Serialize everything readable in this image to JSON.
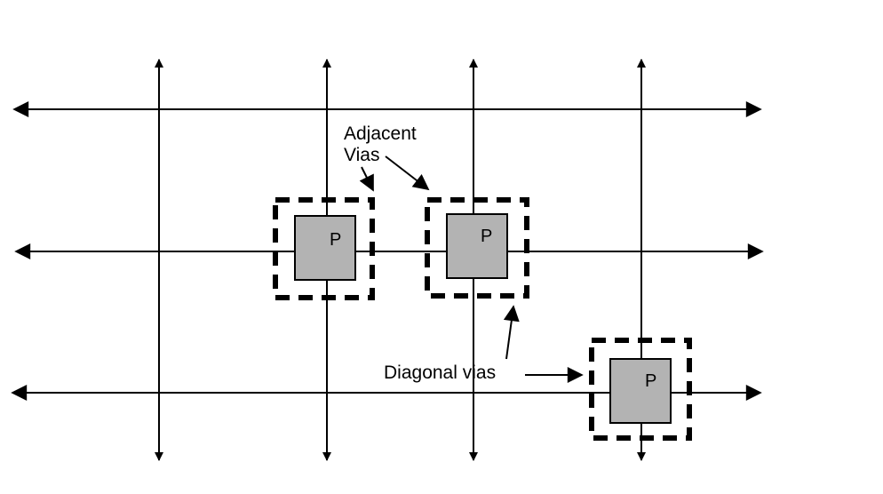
{
  "diagram": {
    "labels": {
      "adjacent_line1": "Adjacent",
      "adjacent_line2": "Vias",
      "diagonal": "Diagonal vias"
    },
    "pins": [
      {
        "label": "P"
      },
      {
        "label": "P"
      },
      {
        "label": "P"
      }
    ],
    "colors": {
      "line": "#000000",
      "pin_fill": "#b3b3b3",
      "background": "#ffffff"
    }
  }
}
